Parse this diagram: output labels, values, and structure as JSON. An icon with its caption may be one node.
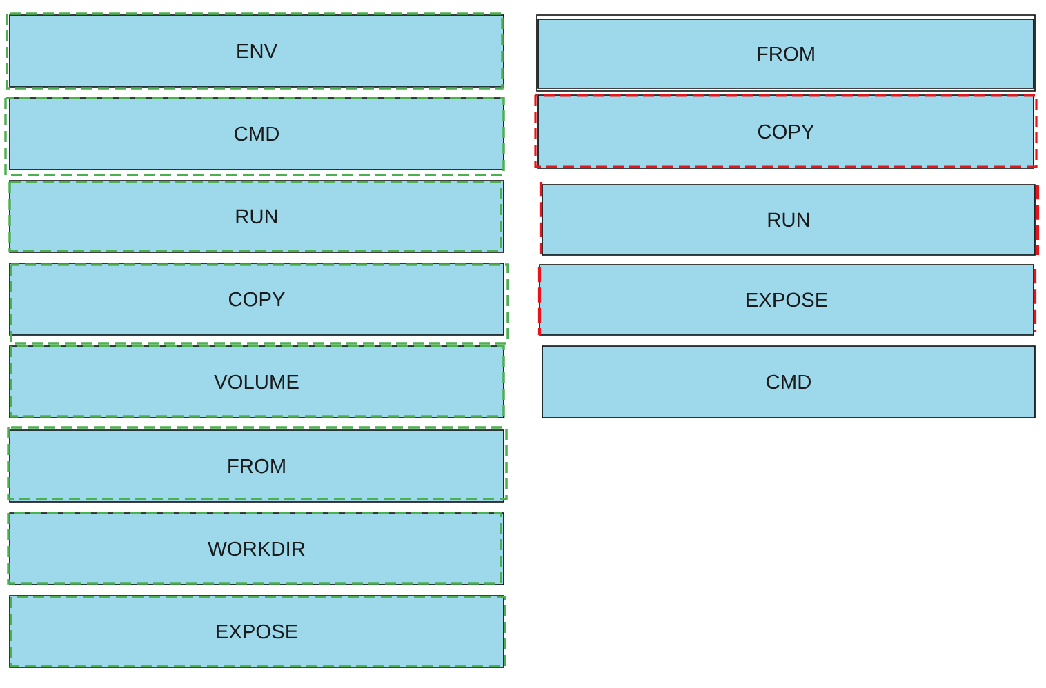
{
  "diagram": {
    "nodes": [
      {
        "text": [
          "ENV"
        ]
      },
      {
        "text": [
          "CMD"
        ]
      },
      {
        "text": [
          "RUN"
        ]
      },
      {
        "text": [
          "COPY"
        ]
      },
      {
        "text": [
          "VOLUME"
        ]
      },
      {
        "text": [
          "FROM"
        ]
      },
      {
        "text": [
          "WORKDIR"
        ]
      },
      {
        "text": [
          "EXPOSE"
        ]
      },
      {
        "text": [
          "FROM"
        ]
      },
      {
        "text": [
          "COPY"
        ]
      },
      {
        "text": [
          "RUN"
        ]
      },
      {
        "text": [
          "EXPOSE"
        ]
      },
      {
        "text": [
          "CMD"
        ]
      }
    ]
  }
}
